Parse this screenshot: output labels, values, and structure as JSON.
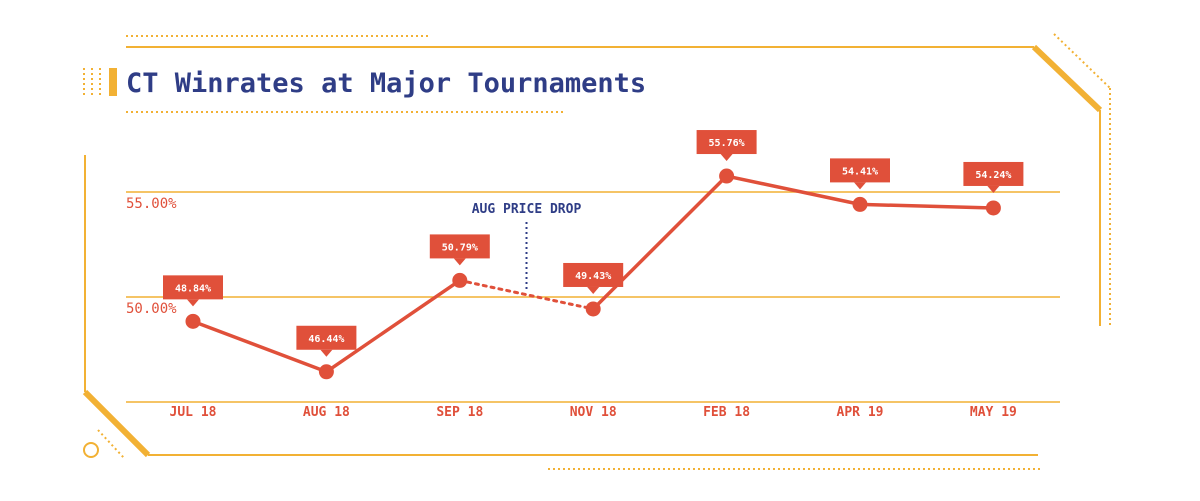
{
  "colors": {
    "accent": "#e0503a",
    "frame": "#f2b134",
    "title": "#2f3d86",
    "annotation": "#2f3d86"
  },
  "chart_data": {
    "type": "line",
    "title": "CT Winrates at Major Tournaments",
    "xlabel": "",
    "ylabel": "",
    "categories": [
      "JUL 18",
      "AUG 18",
      "SEP 18",
      "NOV 18",
      "FEB 18",
      "APR 19",
      "MAY 19"
    ],
    "series": [
      {
        "values": [
          48.84,
          46.44,
          50.79,
          49.43,
          55.76,
          54.41,
          54.24
        ],
        "data_labels": [
          "48.84%",
          "46.44%",
          "50.79%",
          "49.43%",
          "55.76%",
          "54.41%",
          "54.24%"
        ],
        "dashed_segments": [
          [
            2,
            3
          ]
        ]
      }
    ],
    "y_ticks": [
      {
        "value": 50,
        "label": "50.00%"
      },
      {
        "value": 55,
        "label": "55.00%"
      }
    ],
    "baseline_value": 45,
    "ylim": [
      45,
      57
    ],
    "grid": true,
    "legend": "none",
    "annotations": [
      {
        "text": "AUG PRICE DROP",
        "between": [
          2,
          3
        ]
      }
    ]
  }
}
